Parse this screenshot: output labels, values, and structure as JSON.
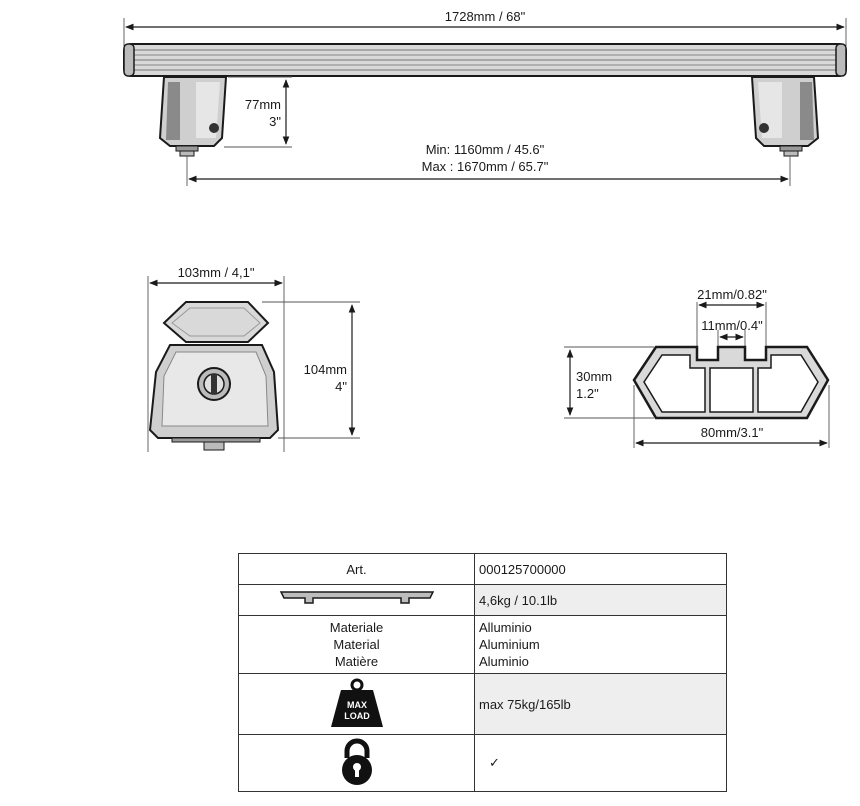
{
  "top_view": {
    "overall_length": "1728mm / 68\"",
    "foot_height_mm": "77mm",
    "foot_height_in": "3\"",
    "span_min": "Min: 1160mm / 45.6\"",
    "span_max": "Max : 1670mm / 65.7\""
  },
  "foot_view": {
    "width": "103mm / 4,1\"",
    "height_mm": "104mm",
    "height_in": "4\""
  },
  "profile_view": {
    "slot_outer": "21mm/0.82\"",
    "slot_inner": "11mm/0.4\"",
    "height_mm": "30mm",
    "height_in": "1.2\"",
    "width": "80mm/3.1\""
  },
  "spec_table": {
    "art_label": "Art.",
    "art_value": "000125700000",
    "weight_value": "4,6kg / 10.1lb",
    "material_labels": [
      "Materiale",
      "Material",
      "Matière"
    ],
    "material_values": [
      "Alluminio",
      "Aluminium",
      "Aluminio"
    ],
    "max_load_badge": [
      "MAX",
      "LOAD"
    ],
    "max_load_value": "max 75kg/165lb",
    "lock_value": "✓"
  },
  "icons": {
    "weight_icon": "bar-silhouette-icon",
    "load_icon": "weight-max-load-icon",
    "lock_icon": "padlock-icon"
  }
}
